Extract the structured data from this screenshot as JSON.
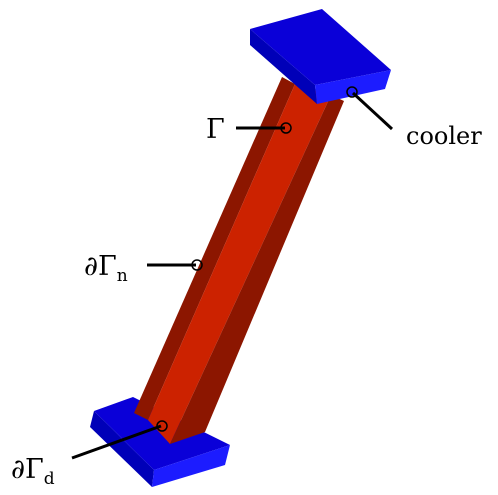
{
  "labels": {
    "gamma": "Γ",
    "boundary_n_main": "∂Γ",
    "boundary_n_sub": "n",
    "boundary_d_main": "∂Γ",
    "boundary_d_sub": "d",
    "cooler": "cooler"
  },
  "colors": {
    "beam_face": "#cc2200",
    "beam_side": "#8c1600",
    "cooler_top": "#0a00d8",
    "cooler_side": "#0000b8",
    "cooler_front": "#1c1cff",
    "leader": "#000000"
  }
}
